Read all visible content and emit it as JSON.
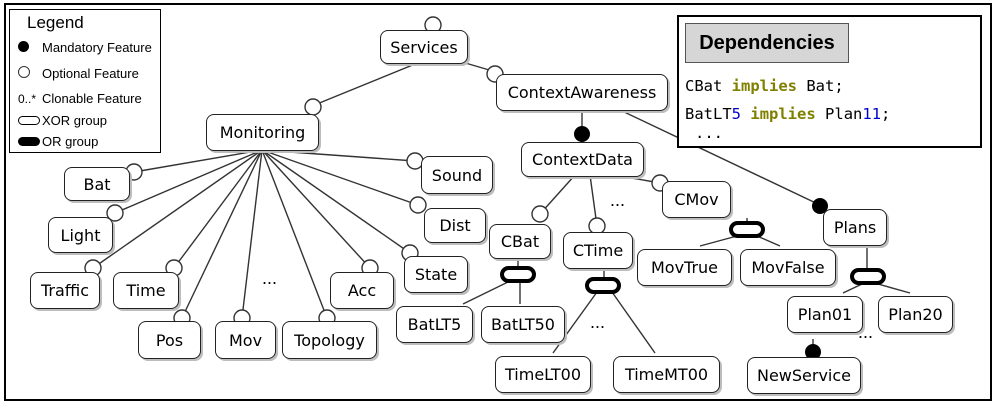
{
  "legend": {
    "title": "Legend",
    "mandatory": "Mandatory Feature",
    "optional": "Optional Feature",
    "clonable_marker": "0..*",
    "clonable": "Clonable Feature",
    "xor": "XOR group",
    "or": "OR group"
  },
  "dependencies": {
    "title": "Dependencies",
    "rule1": {
      "a": "CBat",
      "kw": "implies",
      "b": "Bat;"
    },
    "rule2": {
      "a": "BatLT",
      "a_num": "5",
      "kw": "implies",
      "b": "Plan",
      "b_num": "11",
      "end": ";"
    },
    "more": "..."
  },
  "features": {
    "services": "Services",
    "context_awareness": "ContextAwareness",
    "monitoring": "Monitoring",
    "bat": "Bat",
    "light": "Light",
    "traffic": "Traffic",
    "time": "Time",
    "pos": "Pos",
    "mov": "Mov",
    "topology": "Topology",
    "acc": "Acc",
    "state": "State",
    "dist": "Dist",
    "sound": "Sound",
    "context_data": "ContextData",
    "cbat": "CBat",
    "ctime": "CTime",
    "cmov": "CMov",
    "batlt5": "BatLT5",
    "batlt50": "BatLT50",
    "timelt00": "TimeLT00",
    "timemt00": "TimeMT00",
    "movtrue": "MovTrue",
    "movfalse": "MovFalse",
    "plans": "Plans",
    "plan01": "Plan01",
    "plan20": "Plan20",
    "new_service": "NewService"
  },
  "ellipses": {
    "monitoring_children": "...",
    "context_data_children": "...",
    "ctime_children": "...",
    "plans_children": "..."
  }
}
